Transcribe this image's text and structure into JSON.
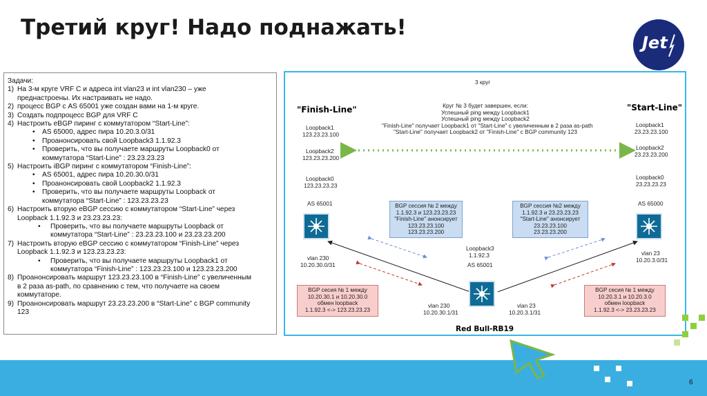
{
  "slide": {
    "title": "Третий круг! Надо поднажать!",
    "logo_text": "Jet",
    "page_number": "6"
  },
  "tasks": {
    "heading": "Задачи:",
    "items": [
      {
        "n": "1)",
        "text": "На 3-м круге VRF C и адреса int vlan23 и int vlan230 – уже",
        "cont": "преднастроены. Их настраивать не надо."
      },
      {
        "n": "2)",
        "text": "процесс BGP с AS 65001 уже создан вами на 1-м круге."
      },
      {
        "n": "3)",
        "text": "Создать подпроцесс BGP для VRF C"
      },
      {
        "n": "4)",
        "text": "Настроить eBGP пиринг с коммутатором “Start-Line”:"
      },
      {
        "n": "5)",
        "text": "Настроить iBGP пиринг с коммутатором “Finish-Line”:"
      },
      {
        "n": "6)",
        "text": "Настроить вторую eBGP сессию с коммутатором “Start-Line” через",
        "cont": "Loopback 1.1.92.3 и 23.23.23.23:"
      },
      {
        "n": "7)",
        "text": "Настроить вторую eBGP сессию с коммутатором “Finish-Line” через",
        "cont": "Loopback 1.1.92.3 и 123.23.23.23:"
      },
      {
        "n": "8)",
        "text": "Проанонсировать маршрут 123.23.23.100 в “Finish-Line” с увеличенным",
        "cont": "в 2 раза as-path, по сравнению с тем, что получаете на своем",
        "cont2": "коммутаторе."
      },
      {
        "n": "9)",
        "text": "Проанонсировать маршрут 23.23.23.200 в “Start-Line” с BGP community",
        "cont": "123"
      }
    ],
    "sub4": [
      "AS 65000, адрес пира 10.20.3.0/31",
      "Проанонсировать свой Loopback3 1.1.92.3",
      "Проверить, что вы получаете маршруты Loopback0 от",
      "коммутатора “Start-Line” : 23.23.23.23"
    ],
    "sub5": [
      "AS 65001, адрес пира 10.20.30.0/31",
      "Проанонсировать свой Loopback2 1.1.92.3",
      "Проверить, что вы получаете маршруты Loopback от",
      "коммутатора “Start-Line” : 123.23.23.23"
    ],
    "sub6": [
      "Проверить, что вы получаете маршруты Loopback от",
      "коммутатора “Start-Line” : 23.23.23.100 и 23.23.23.200"
    ],
    "sub7": [
      "Проверить, что вы получаете маршруты Loopback1 от",
      "коммутатора “Finish-Line” : 123.23.23.100 и 123.23.23.200"
    ]
  },
  "diagram": {
    "round_label": "3 круг",
    "finish_line": "\"Finish-Line\"",
    "start_line": "\"Start-Line\"",
    "center_text": [
      "Круг № 3  будет завершен, если:",
      "Успешный ping между Loopback1",
      "Успешный ping между Loopback2",
      "\"Finish-Line\" получает Loopback1 от \"Start-Line\" с увеличенным в 2 раза as-path",
      "\"Start-Line\" получает Loopback2 от \"Finish-Line\" с BGP community 123"
    ],
    "left_loopbacks": [
      "Loopback1",
      "123.23.23.100",
      "Loopback2",
      "123.23.23.200",
      "Loopback0",
      "123.23.23.23"
    ],
    "right_loopbacks": [
      "Loopback1",
      "23.23.23.100",
      "Loopback2",
      "23.23.23.200",
      "Loopback0",
      "23.23.23.23"
    ],
    "left_as": "AS 65001",
    "right_as": "AS 65000",
    "bgp2_left": [
      "BGP сессия № 2  между",
      "1.1.92.3 и 123.23.23.23",
      "\"Finish-Line\" анонсирует",
      "123.23.23.100",
      "123.23.23.200"
    ],
    "bgp2_right": [
      "BGP сессия №2 между",
      "1.1.92.3 и 23.23.23.23",
      "\"Start-Line\" анонсирует",
      "23.23.23.100",
      "23.23.23.200"
    ],
    "bgp1_left": [
      "BGP сесия № 1 между",
      "10.20.30.1 и 10.20.30.0",
      "обмен loopback",
      "1.1.92.3 <-> 123.23.23.23"
    ],
    "bgp1_right": [
      "BGP сесия № 1 между",
      "10.20.3.1 и 10.20.3.0",
      "обмен loopback",
      "1.1.92.3 <-> 23.23.23.23"
    ],
    "center_loopback": [
      "Loopback3",
      "1.1.92.3",
      "AS 65001"
    ],
    "left_vlan": [
      "vlan 230",
      "10.20.30.0/31"
    ],
    "right_vlan": [
      "vlan 23",
      "10.20.3.0/31"
    ],
    "center_vlan_left": [
      "vlan 230",
      "10.20.30.1/31"
    ],
    "center_vlan_right": [
      "vlan 23",
      "10.20.3.1/31"
    ],
    "device_name": "Red Bull-RB19",
    "colors": {
      "blue_box": "#c9dcf1",
      "red_box": "#f8cecc",
      "router": "#0f6b96",
      "green_arrow": "#7ab648",
      "border": "#35b7e8"
    }
  },
  "icons": [
    "router-icon",
    "cursor-arrow-icon"
  ]
}
